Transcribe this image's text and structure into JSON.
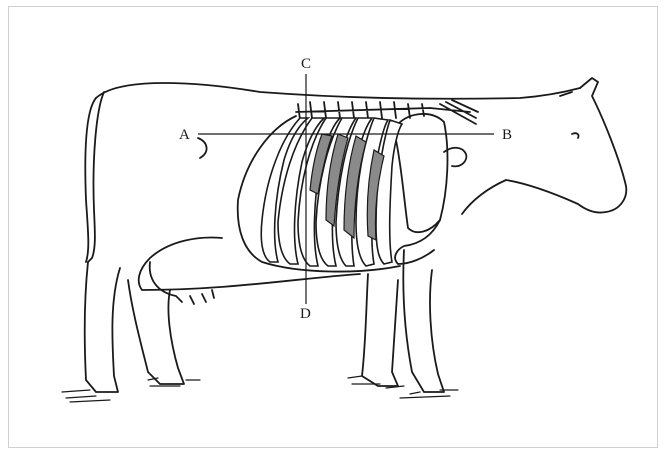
{
  "diagram": {
    "subject": "cow-rib-cage-cross-section",
    "labels": {
      "a": "A",
      "b": "B",
      "c": "C",
      "d": "D"
    },
    "colors": {
      "ink": "#1a1a1a",
      "shaded_rib": "#8a8a8a",
      "background": "#ffffff",
      "border": "#d0d0d0"
    }
  }
}
